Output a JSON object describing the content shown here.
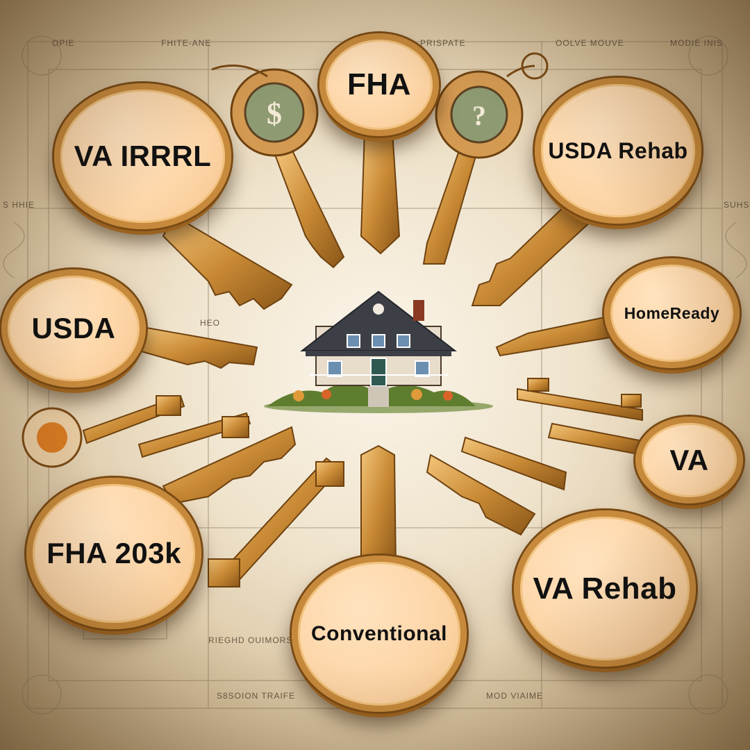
{
  "labels": {
    "va_irrrl": "VA IRRRL",
    "fha": "FHA",
    "usda_rehab": "USDA Rehab",
    "usda": "USDA",
    "homeready": "HomeReady",
    "va": "VA",
    "fha_203k": "FHA 203k",
    "conventional": "Conventional",
    "va_rehab": "VA Rehab"
  },
  "fine_print": {
    "top_1": "OPIE",
    "top_2": "PRISPATE",
    "top_3": "OOLVE MOUVE",
    "top_4": "MODIE INIS",
    "top_5": "FHITE-ANE",
    "left_mid": "S HHIE",
    "right_mid": "SUHS",
    "center_small": "HEO",
    "bottom_left": "RIEGHD OUIMORSS",
    "bottom_mid": "S8SOION TRAIFE",
    "bottom_right": "MOD VIAIME"
  },
  "icons": {
    "center": "house-icon",
    "key": "key-icon",
    "coin": "coin-tag-icon"
  },
  "colors": {
    "gold": "#c78a3c",
    "fob_fill": "#fdd6a8",
    "text": "#111111"
  }
}
